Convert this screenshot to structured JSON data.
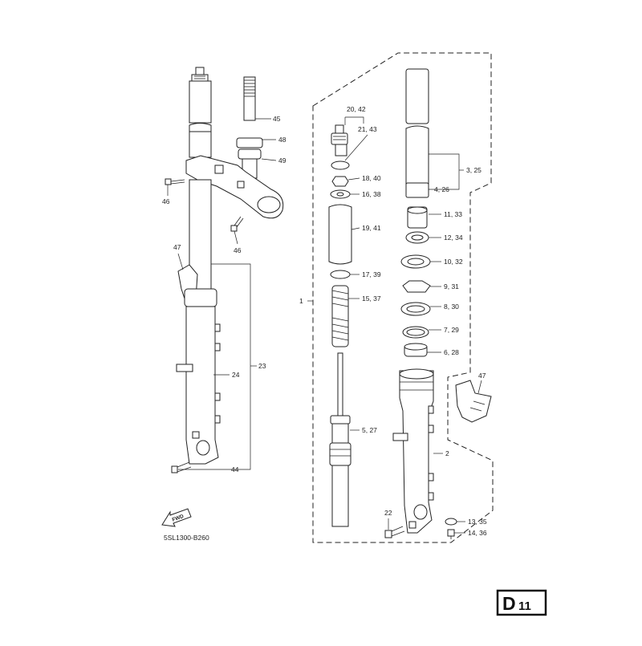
{
  "diagram": {
    "code": "5SL1300-B260",
    "fwd_label": "FWD",
    "page_badge": {
      "letter": "D",
      "number": "11"
    },
    "labels": {
      "l45": "45",
      "l48": "48",
      "l49": "49",
      "l46a": "46",
      "l46b": "46",
      "l47a": "47",
      "l23": "23",
      "l24": "24",
      "l44": "44",
      "l2042": "20, 42",
      "l2143": "21, 43",
      "l1840": "18, 40",
      "l1638": "16, 38",
      "l1941": "19, 41",
      "l1739": "17, 39",
      "l1537": "15, 37",
      "l1": "1",
      "l527": "5, 27",
      "l22": "22",
      "l325": "3, 25",
      "l426": "4, 26",
      "l1133": "11, 33",
      "l1234": "12, 34",
      "l1032": "10, 32",
      "l931": "9, 31",
      "l830": "8, 30",
      "l729": "7, 29",
      "l628": "6, 28",
      "l47b": "47",
      "l2": "2",
      "l1335": "13, 35",
      "l1436": "14, 36"
    }
  }
}
